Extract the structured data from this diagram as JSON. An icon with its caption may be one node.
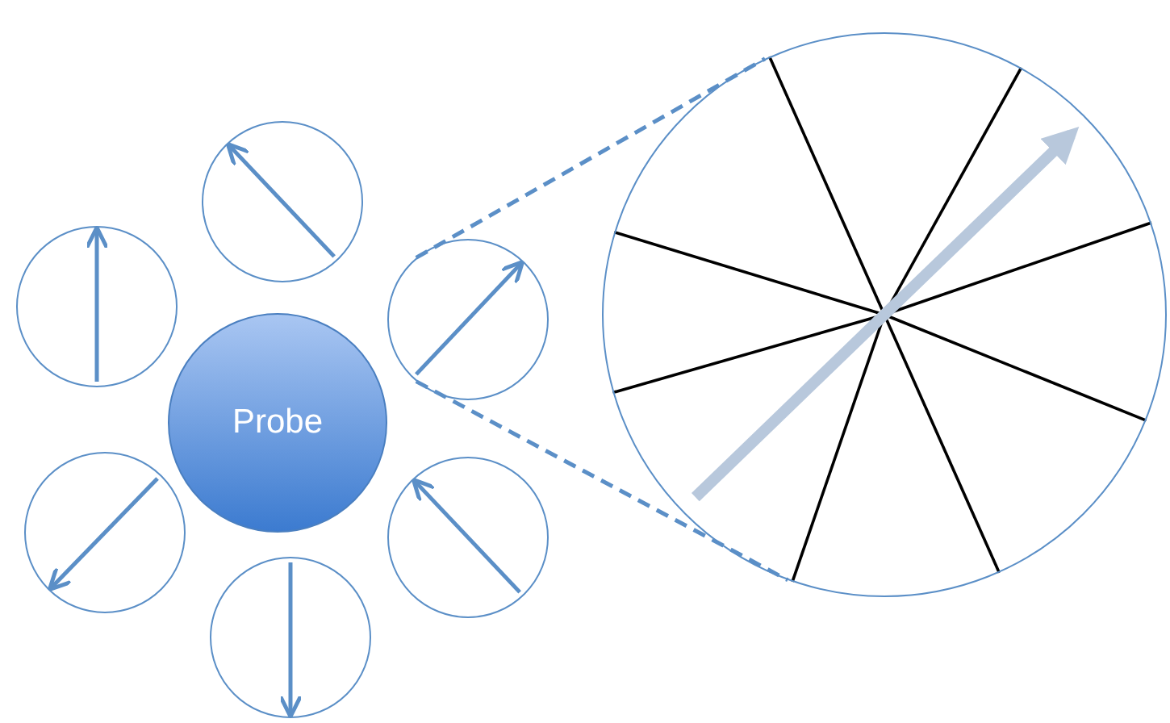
{
  "diagram": {
    "nodes": [
      {
        "text": [
          "Probe"
        ]
      },
      {
        "text": [],
        "shape": "circle"
      },
      {
        "text": [],
        "shape": "circle"
      },
      {
        "text": [],
        "shape": "circle"
      },
      {
        "text": [],
        "shape": "circle"
      },
      {
        "text": [],
        "shape": "circle"
      },
      {
        "text": [],
        "shape": "circle"
      },
      {
        "text": [],
        "shape": "circle"
      }
    ],
    "edges": [
      {
        "from": 5,
        "to": 7,
        "arrow": "none",
        "style": "dashed"
      },
      {
        "from": 5,
        "to": 7,
        "arrow": "none",
        "style": "dashed"
      }
    ]
  }
}
